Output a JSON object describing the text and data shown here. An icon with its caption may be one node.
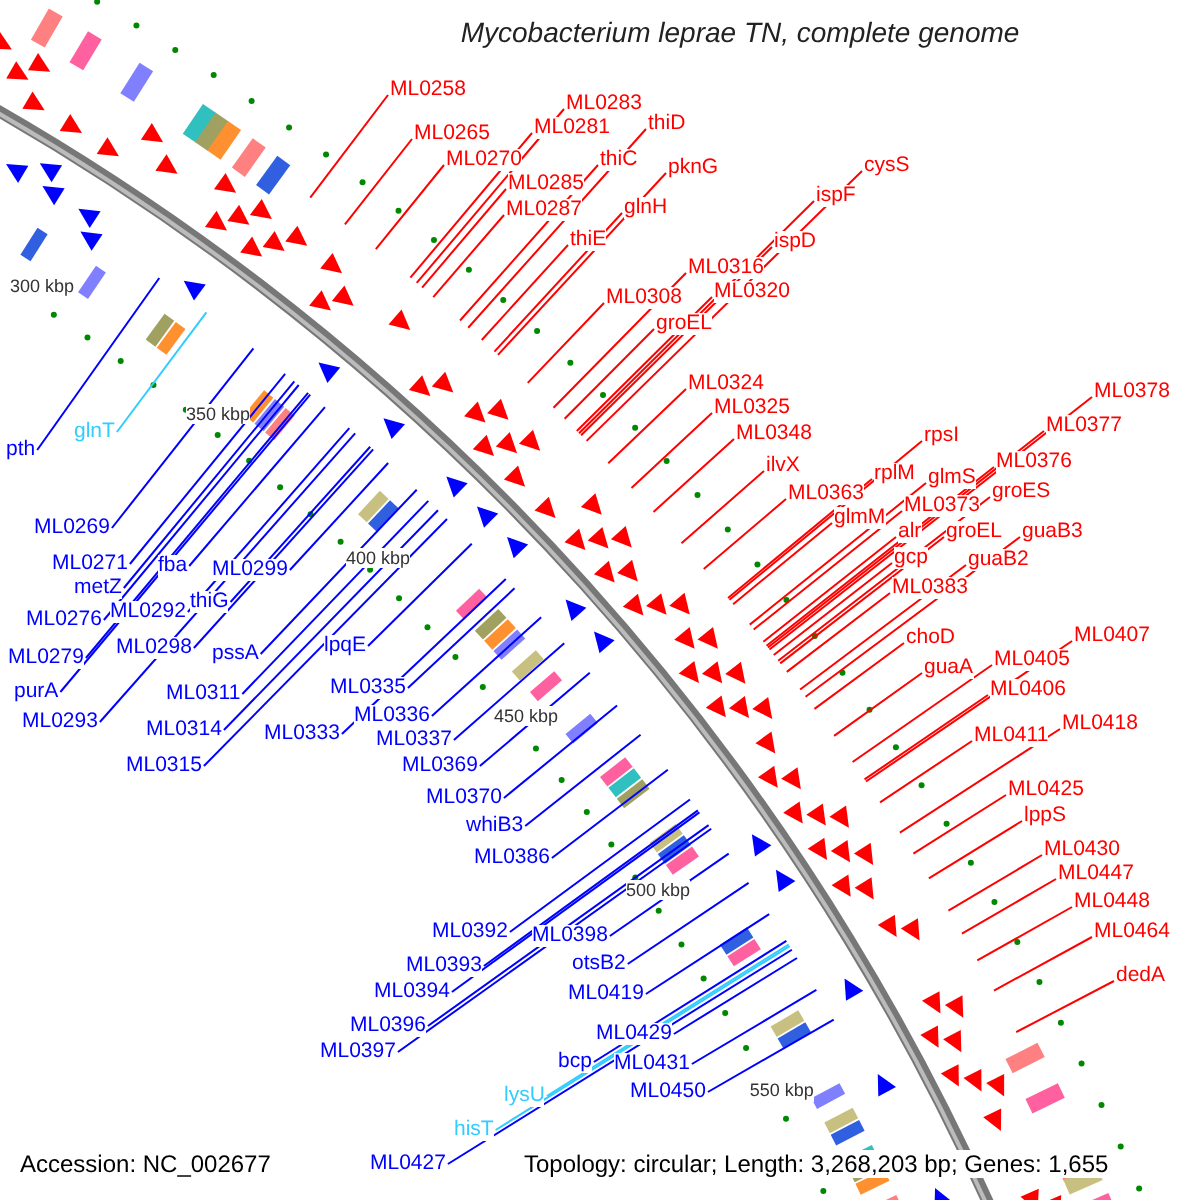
{
  "diagram": {
    "title": "Mycobacterium leprae TN, complete genome",
    "nodes": [
      {
        "text": [
          "ML0258"
        ]
      },
      {
        "text": [
          "ML0265"
        ]
      },
      {
        "text": [
          "ML0270"
        ]
      },
      {
        "text": [
          "ML0283"
        ]
      },
      {
        "text": [
          "ML0281"
        ]
      },
      {
        "text": [
          "thiD"
        ]
      },
      {
        "text": [
          "ML0285"
        ]
      },
      {
        "text": [
          "thiC"
        ]
      },
      {
        "text": [
          "pknG"
        ]
      },
      {
        "text": [
          "ML0287"
        ]
      },
      {
        "text": [
          "glnH"
        ]
      },
      {
        "text": [
          "thiE"
        ]
      },
      {
        "text": [
          "cysS"
        ]
      },
      {
        "text": [
          "ispF"
        ]
      },
      {
        "text": [
          "ispD"
        ]
      },
      {
        "text": [
          "ML0316"
        ]
      },
      {
        "text": [
          "ML0308"
        ]
      },
      {
        "text": [
          "ML0320"
        ]
      },
      {
        "text": [
          "groEL"
        ]
      },
      {
        "text": [
          "ML0324"
        ]
      },
      {
        "text": [
          "ML0325"
        ]
      },
      {
        "text": [
          "ML0348"
        ]
      },
      {
        "text": [
          "ilvX"
        ]
      },
      {
        "text": [
          "rpsI"
        ]
      },
      {
        "text": [
          "ML0363"
        ]
      },
      {
        "text": [
          "rplM"
        ]
      },
      {
        "text": [
          "glmS"
        ]
      },
      {
        "text": [
          "ML0378"
        ]
      },
      {
        "text": [
          "ML0377"
        ]
      },
      {
        "text": [
          "ML0376"
        ]
      },
      {
        "text": [
          "groES"
        ]
      },
      {
        "text": [
          "glmM"
        ]
      },
      {
        "text": [
          "ML0373"
        ]
      },
      {
        "text": [
          "alr"
        ]
      },
      {
        "text": [
          "groEL"
        ]
      },
      {
        "text": [
          "guaB3"
        ]
      },
      {
        "text": [
          "gcp"
        ]
      },
      {
        "text": [
          "guaB2"
        ]
      },
      {
        "text": [
          "ML0383"
        ]
      },
      {
        "text": [
          "choD"
        ]
      },
      {
        "text": [
          "ML0407"
        ]
      },
      {
        "text": [
          "guaA"
        ]
      },
      {
        "text": [
          "ML0405"
        ]
      },
      {
        "text": [
          "ML0406"
        ]
      },
      {
        "text": [
          "ML0418"
        ]
      },
      {
        "text": [
          "ML0411"
        ]
      },
      {
        "text": [
          "ML0425"
        ]
      },
      {
        "text": [
          "lppS"
        ]
      },
      {
        "text": [
          "ML0430"
        ]
      },
      {
        "text": [
          "ML0447"
        ]
      },
      {
        "text": [
          "ML0448"
        ]
      },
      {
        "text": [
          "ML0464"
        ]
      },
      {
        "text": [
          "dedA"
        ]
      },
      {
        "text": [
          "glnT"
        ]
      },
      {
        "text": [
          "pth"
        ]
      },
      {
        "text": [
          "ML0269"
        ]
      },
      {
        "text": [
          "ML0271"
        ]
      },
      {
        "text": [
          "fba"
        ]
      },
      {
        "text": [
          "ML0299"
        ]
      },
      {
        "text": [
          "metZ"
        ]
      },
      {
        "text": [
          "thiG"
        ]
      },
      {
        "text": [
          "ML0292"
        ]
      },
      {
        "text": [
          "ML0276"
        ]
      },
      {
        "text": [
          "lpqE"
        ]
      },
      {
        "text": [
          "ML0298"
        ]
      },
      {
        "text": [
          "pssA"
        ]
      },
      {
        "text": [
          "ML0279"
        ]
      },
      {
        "text": [
          "ML0335"
        ]
      },
      {
        "text": [
          "purA"
        ]
      },
      {
        "text": [
          "ML0311"
        ]
      },
      {
        "text": [
          "ML0336"
        ]
      },
      {
        "text": [
          "ML0293"
        ]
      },
      {
        "text": [
          "ML0314"
        ]
      },
      {
        "text": [
          "ML0333"
        ]
      },
      {
        "text": [
          "ML0337"
        ]
      },
      {
        "text": [
          "ML0315"
        ]
      },
      {
        "text": [
          "ML0369"
        ]
      },
      {
        "text": [
          "ML0370"
        ]
      },
      {
        "text": [
          "whiB3"
        ]
      },
      {
        "text": [
          "ML0386"
        ]
      },
      {
        "text": [
          "ML0392"
        ]
      },
      {
        "text": [
          "ML0398"
        ]
      },
      {
        "text": [
          "ML0393"
        ]
      },
      {
        "text": [
          "otsB2"
        ]
      },
      {
        "text": [
          "ML0394"
        ]
      },
      {
        "text": [
          "ML0419"
        ]
      },
      {
        "text": [
          "ML0396"
        ]
      },
      {
        "text": [
          "ML0429"
        ]
      },
      {
        "text": [
          "ML0397"
        ]
      },
      {
        "text": [
          "bcp"
        ]
      },
      {
        "text": [
          "ML0431"
        ]
      },
      {
        "text": [
          "lysU"
        ]
      },
      {
        "text": [
          "ML0450"
        ]
      },
      {
        "text": [
          "hisT"
        ]
      },
      {
        "text": [
          "ML0427"
        ]
      }
    ],
    "edges": [
      {
        "from": 0,
        "to": null,
        "arrow": "none"
      },
      {
        "from": 1,
        "to": null,
        "arrow": "none"
      },
      {
        "from": 2,
        "to": null,
        "arrow": "none"
      },
      {
        "from": 3,
        "to": null,
        "arrow": "none"
      },
      {
        "from": 4,
        "to": null,
        "arrow": "none"
      },
      {
        "from": 5,
        "to": null,
        "arrow": "none"
      },
      {
        "from": 6,
        "to": null,
        "arrow": "none"
      },
      {
        "from": 7,
        "to": null,
        "arrow": "none"
      },
      {
        "from": 8,
        "to": null,
        "arrow": "none"
      },
      {
        "from": 9,
        "to": null,
        "arrow": "none"
      },
      {
        "from": 10,
        "to": null,
        "arrow": "none"
      },
      {
        "from": 11,
        "to": null,
        "arrow": "none"
      },
      {
        "from": 12,
        "to": null,
        "arrow": "none"
      },
      {
        "from": 13,
        "to": null,
        "arrow": "none"
      },
      {
        "from": 14,
        "to": null,
        "arrow": "none"
      },
      {
        "from": 15,
        "to": null,
        "arrow": "none"
      },
      {
        "from": 16,
        "to": null,
        "arrow": "none"
      },
      {
        "from": 17,
        "to": null,
        "arrow": "none"
      },
      {
        "from": 18,
        "to": null,
        "arrow": "none"
      },
      {
        "from": 19,
        "to": null,
        "arrow": "none"
      },
      {
        "from": 20,
        "to": null,
        "arrow": "none"
      },
      {
        "from": 21,
        "to": null,
        "arrow": "none"
      },
      {
        "from": 22,
        "to": null,
        "arrow": "none"
      },
      {
        "from": 23,
        "to": null,
        "arrow": "none"
      },
      {
        "from": 24,
        "to": null,
        "arrow": "none"
      },
      {
        "from": 25,
        "to": null,
        "arrow": "none"
      },
      {
        "from": 26,
        "to": null,
        "arrow": "none"
      },
      {
        "from": 27,
        "to": null,
        "arrow": "none"
      },
      {
        "from": 28,
        "to": null,
        "arrow": "none"
      },
      {
        "from": 29,
        "to": null,
        "arrow": "none"
      },
      {
        "from": 30,
        "to": null,
        "arrow": "none"
      },
      {
        "from": 31,
        "to": null,
        "arrow": "none"
      },
      {
        "from": 32,
        "to": null,
        "arrow": "none"
      },
      {
        "from": 33,
        "to": null,
        "arrow": "none"
      },
      {
        "from": 34,
        "to": null,
        "arrow": "none"
      },
      {
        "from": 35,
        "to": null,
        "arrow": "none"
      },
      {
        "from": 36,
        "to": null,
        "arrow": "none"
      },
      {
        "from": 37,
        "to": null,
        "arrow": "none"
      },
      {
        "from": 38,
        "to": null,
        "arrow": "none"
      },
      {
        "from": 39,
        "to": null,
        "arrow": "none"
      },
      {
        "from": 40,
        "to": null,
        "arrow": "none"
      },
      {
        "from": 41,
        "to": null,
        "arrow": "none"
      },
      {
        "from": 42,
        "to": null,
        "arrow": "none"
      },
      {
        "from": 43,
        "to": null,
        "arrow": "none"
      },
      {
        "from": 44,
        "to": null,
        "arrow": "none"
      },
      {
        "from": 45,
        "to": null,
        "arrow": "none"
      },
      {
        "from": 46,
        "to": null,
        "arrow": "none"
      },
      {
        "from": 47,
        "to": null,
        "arrow": "none"
      },
      {
        "from": 48,
        "to": null,
        "arrow": "none"
      },
      {
        "from": 49,
        "to": null,
        "arrow": "none"
      },
      {
        "from": 50,
        "to": null,
        "arrow": "none"
      },
      {
        "from": 51,
        "to": null,
        "arrow": "none"
      },
      {
        "from": 52,
        "to": null,
        "arrow": "none"
      },
      {
        "from": 53,
        "to": null,
        "arrow": "none",
        "color": "#33ccff"
      },
      {
        "from": 54,
        "to": null,
        "arrow": "none",
        "color": "#0000ff"
      },
      {
        "from": 55,
        "to": null,
        "arrow": "none",
        "color": "#0000ff"
      },
      {
        "from": 56,
        "to": null,
        "arrow": "none",
        "color": "#0000ff"
      },
      {
        "from": 57,
        "to": null,
        "arrow": "none",
        "color": "#0000ff"
      },
      {
        "from": 58,
        "to": null,
        "arrow": "none",
        "color": "#0000ff"
      },
      {
        "from": 59,
        "to": null,
        "arrow": "none",
        "color": "#0000ff"
      },
      {
        "from": 60,
        "to": null,
        "arrow": "none",
        "color": "#0000ff"
      },
      {
        "from": 61,
        "to": null,
        "arrow": "none",
        "color": "#0000ff"
      },
      {
        "from": 62,
        "to": null,
        "arrow": "none",
        "color": "#0000ff"
      },
      {
        "from": 63,
        "to": null,
        "arrow": "none",
        "color": "#0000ff"
      },
      {
        "from": 64,
        "to": null,
        "arrow": "none",
        "color": "#0000ff"
      },
      {
        "from": 65,
        "to": null,
        "arrow": "none",
        "color": "#0000ff"
      },
      {
        "from": 66,
        "to": null,
        "arrow": "none",
        "color": "#0000ff"
      },
      {
        "from": 67,
        "to": null,
        "arrow": "none",
        "color": "#0000ff"
      },
      {
        "from": 68,
        "to": null,
        "arrow": "none",
        "color": "#0000ff"
      },
      {
        "from": 69,
        "to": null,
        "arrow": "none",
        "color": "#0000ff"
      },
      {
        "from": 70,
        "to": null,
        "arrow": "none",
        "color": "#0000ff"
      },
      {
        "from": 71,
        "to": null,
        "arrow": "none",
        "color": "#0000ff"
      },
      {
        "from": 72,
        "to": null,
        "arrow": "none",
        "color": "#0000ff"
      },
      {
        "from": 73,
        "to": null,
        "arrow": "none",
        "color": "#0000ff"
      },
      {
        "from": 74,
        "to": null,
        "arrow": "none",
        "color": "#0000ff"
      },
      {
        "from": 75,
        "to": null,
        "arrow": "none",
        "color": "#0000ff"
      },
      {
        "from": 76,
        "to": null,
        "arrow": "none",
        "color": "#0000ff"
      },
      {
        "from": 77,
        "to": null,
        "arrow": "none",
        "color": "#0000ff"
      },
      {
        "from": 78,
        "to": null,
        "arrow": "none",
        "color": "#0000ff"
      },
      {
        "from": 79,
        "to": null,
        "arrow": "none",
        "color": "#0000ff"
      },
      {
        "from": 80,
        "to": null,
        "arrow": "none",
        "color": "#0000ff"
      },
      {
        "from": 81,
        "to": null,
        "arrow": "none",
        "color": "#0000ff"
      },
      {
        "from": 82,
        "to": null,
        "arrow": "none",
        "color": "#0000ff"
      },
      {
        "from": 83,
        "to": null,
        "arrow": "none",
        "color": "#0000ff"
      },
      {
        "from": 84,
        "to": null,
        "arrow": "none",
        "color": "#0000ff"
      },
      {
        "from": 85,
        "to": null,
        "arrow": "none",
        "color": "#0000ff"
      },
      {
        "from": 86,
        "to": null,
        "arrow": "none",
        "color": "#0000ff"
      },
      {
        "from": 87,
        "to": null,
        "arrow": "none",
        "color": "#0000ff"
      },
      {
        "from": 88,
        "to": null,
        "arrow": "none",
        "color": "#0000ff"
      },
      {
        "from": 89,
        "to": null,
        "arrow": "none",
        "color": "#0000ff"
      },
      {
        "from": 90,
        "to": null,
        "arrow": "none",
        "color": "#0000ff"
      },
      {
        "from": 91,
        "to": null,
        "arrow": "none",
        "color": "#33ccff"
      },
      {
        "from": 92,
        "to": null,
        "arrow": "none",
        "color": "#0000ff"
      },
      {
        "from": 93,
        "to": null,
        "arrow": "none",
        "color": "#33ccff"
      },
      {
        "from": 94,
        "to": null,
        "arrow": "none",
        "color": "#0000ff"
      }
    ],
    "labels": [
      "300 kbp",
      "350 kbp",
      "400 kbp",
      "450 kbp",
      "500 kbp",
      "550 kbp",
      "Accession: NC_002677",
      "Topology: circular; Length: 3,268,203 bp; Genes: 1,655"
    ]
  }
}
